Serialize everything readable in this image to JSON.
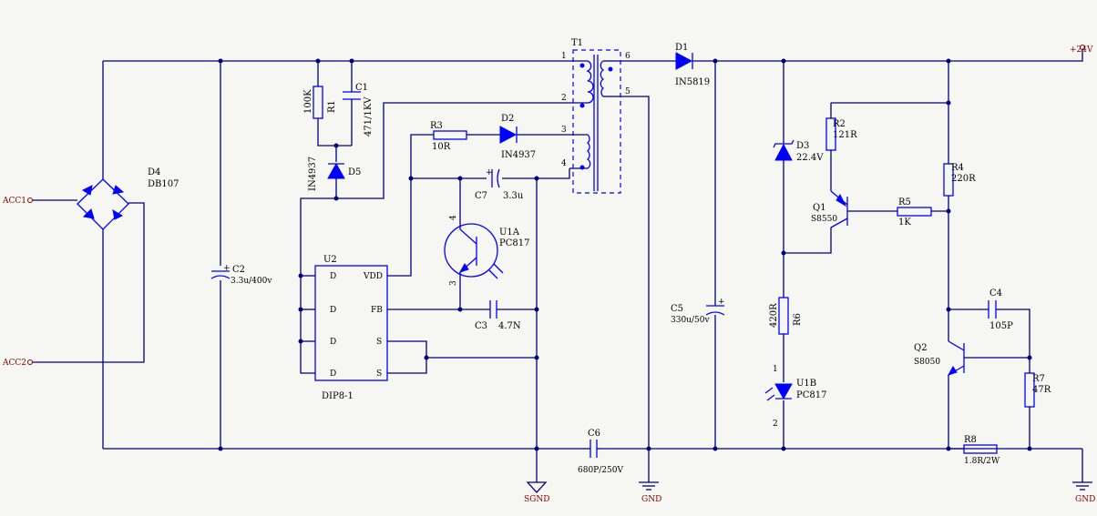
{
  "nets": {
    "acc1": "ACC1",
    "acc2": "ACC2",
    "plus24v": "+24V",
    "gnd": "GND",
    "sgnd": "SGND"
  },
  "components": {
    "d4": {
      "ref": "D4",
      "value": "DB107"
    },
    "c2": {
      "ref": "C2",
      "value": "3.3u/400v"
    },
    "r1": {
      "ref": "R1",
      "value": "100K"
    },
    "c1": {
      "ref": "C1",
      "value": "471/1KV"
    },
    "d5": {
      "ref": "D5",
      "value": "IN4937"
    },
    "t1": {
      "ref": "T1",
      "pins": [
        "1",
        "2",
        "3",
        "4",
        "5",
        "6"
      ]
    },
    "r3": {
      "ref": "R3",
      "value": "10R"
    },
    "d2": {
      "ref": "D2",
      "value": "IN4937"
    },
    "c7": {
      "ref": "C7",
      "value": "3.3u"
    },
    "u1a": {
      "ref": "U1A",
      "value": "PC817",
      "pins": [
        "4",
        "3"
      ]
    },
    "u2": {
      "ref": "U2",
      "package": "DIP8-1",
      "pins_left": [
        "D",
        "D",
        "D",
        "D"
      ],
      "pins_right": [
        "VDD",
        "FB",
        "S",
        "S"
      ]
    },
    "c3": {
      "ref": "C3",
      "value": "4.7N"
    },
    "d1": {
      "ref": "D1",
      "value": "IN5819"
    },
    "c5": {
      "ref": "C5",
      "value": "330u/50v"
    },
    "c6": {
      "ref": "C6",
      "value": "680P/250V"
    },
    "d3": {
      "ref": "D3",
      "value": "22.4V"
    },
    "r6": {
      "ref": "R6",
      "value": "420R"
    },
    "u1b": {
      "ref": "U1B",
      "value": "PC817",
      "pins": [
        "1",
        "2"
      ]
    },
    "r2": {
      "ref": "R2",
      "value": "121R"
    },
    "q1": {
      "ref": "Q1",
      "value": "S8550"
    },
    "r5": {
      "ref": "R5",
      "value": "1K"
    },
    "r4": {
      "ref": "R4",
      "value": "220R"
    },
    "c4": {
      "ref": "C4",
      "value": "105P"
    },
    "q2": {
      "ref": "Q2",
      "value": "S8050"
    },
    "r7": {
      "ref": "R7",
      "value": "47R"
    },
    "r8": {
      "ref": "R8",
      "value": "1.8R/2W"
    }
  },
  "colors": {
    "wire": "#000080",
    "component": "#0000ff",
    "net_label": "#800000",
    "background": "#f6f6f2"
  }
}
